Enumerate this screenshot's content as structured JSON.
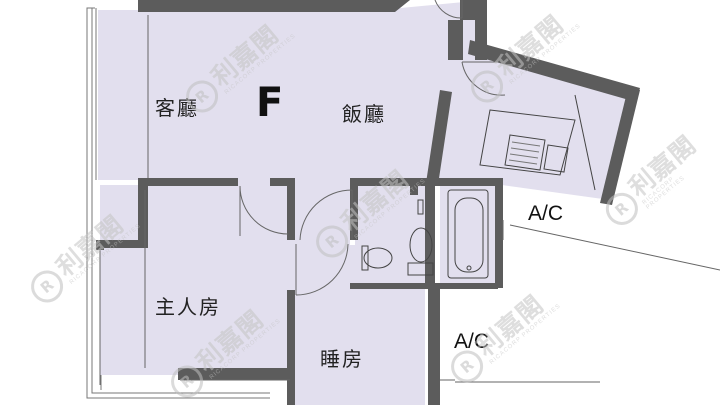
{
  "unit": {
    "letter": "F"
  },
  "rooms": {
    "living": "客廳",
    "dining": "飯廳",
    "master_bedroom": "主人房",
    "bedroom": "睡房"
  },
  "ac_labels": [
    "A/C",
    "A/C"
  ],
  "watermark": {
    "name": "利嘉閣",
    "sub": "RICACORP PROPERTIES",
    "logo_letter": "R"
  },
  "colors": {
    "floor": "#e2dfee",
    "wall": "#5c5c5c",
    "line": "#555555"
  }
}
